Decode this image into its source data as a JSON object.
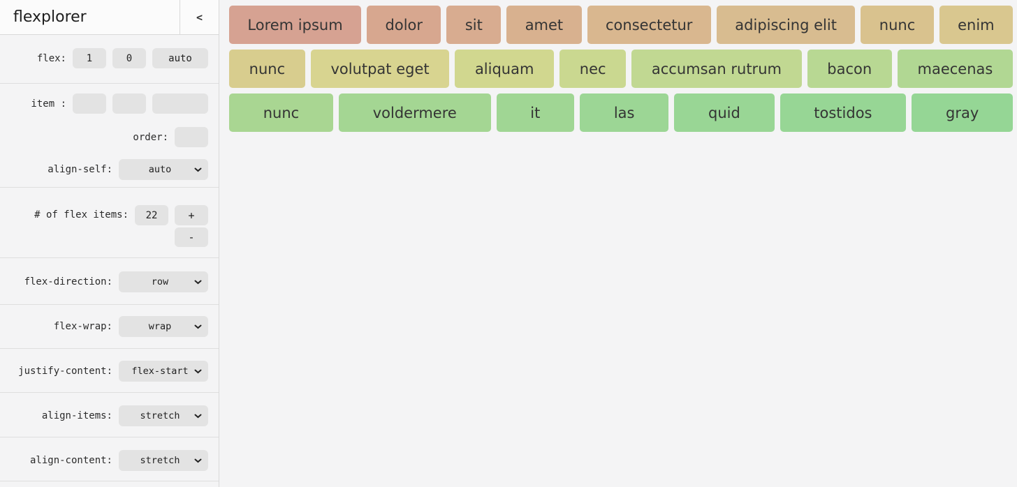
{
  "app": {
    "title": "flexplorer",
    "collapse_icon": "<"
  },
  "sidebar": {
    "flex": {
      "label": "flex:",
      "grow": "1",
      "shrink": "0",
      "basis": "auto"
    },
    "item": {
      "label": "item :",
      "grow": "",
      "shrink": "",
      "basis": ""
    },
    "order": {
      "label": "order:",
      "value": ""
    },
    "align_self": {
      "label": "align-self:",
      "value": "auto"
    },
    "count": {
      "label": "# of flex items:",
      "value": "22",
      "increment_label": "+",
      "decrement_label": "-"
    },
    "flex_direction": {
      "label": "flex-direction:",
      "value": "row"
    },
    "flex_wrap": {
      "label": "flex-wrap:",
      "value": "wrap"
    },
    "justify_content": {
      "label": "justify-content:",
      "value": "flex-start"
    },
    "align_items": {
      "label": "align-items:",
      "value": "stretch"
    },
    "align_content": {
      "label": "align-content:",
      "value": "stretch"
    }
  },
  "colors": {
    "page_bg": "#f4f4f5",
    "control_bg": "#e3e3e3",
    "divider": "#d9d9d9",
    "item_text": "#343434",
    "gradient_start": "#d6a292",
    "gradient_end": "#95d695"
  },
  "flex_items": {
    "rows": [
      [
        {
          "label": "Lorem ipsum",
          "color": "#d6a292"
        },
        {
          "label": "dolor",
          "color": "#d7a78f"
        },
        {
          "label": "sit",
          "color": "#d8ac90"
        },
        {
          "label": "amet",
          "color": "#d8b18f"
        },
        {
          "label": "consectetur",
          "color": "#d9b78f"
        },
        {
          "label": "adipiscing elit",
          "color": "#d8bc90"
        },
        {
          "label": "nunc",
          "color": "#d9c28e"
        },
        {
          "label": "enim",
          "color": "#d9c78f"
        }
      ],
      [
        {
          "label": "nunc",
          "color": "#d8cd8e"
        },
        {
          "label": "volutpat eget",
          "color": "#d8d490"
        },
        {
          "label": "aliquam",
          "color": "#d1d78f"
        },
        {
          "label": "nec",
          "color": "#cad890"
        },
        {
          "label": "accumsan rutrum",
          "color": "#c1d892"
        },
        {
          "label": "bacon",
          "color": "#b8d893"
        },
        {
          "label": "maecenas",
          "color": "#b1d793"
        }
      ],
      [
        {
          "label": "nunc",
          "color": "#a9d692"
        },
        {
          "label": "voldermere",
          "color": "#a4d693"
        },
        {
          "label": "it",
          "color": "#a0d694"
        },
        {
          "label": "las",
          "color": "#9cd695"
        },
        {
          "label": "quid",
          "color": "#99d695"
        },
        {
          "label": "tostidos",
          "color": "#97d695"
        },
        {
          "label": "gray",
          "color": "#95d695"
        }
      ]
    ]
  }
}
